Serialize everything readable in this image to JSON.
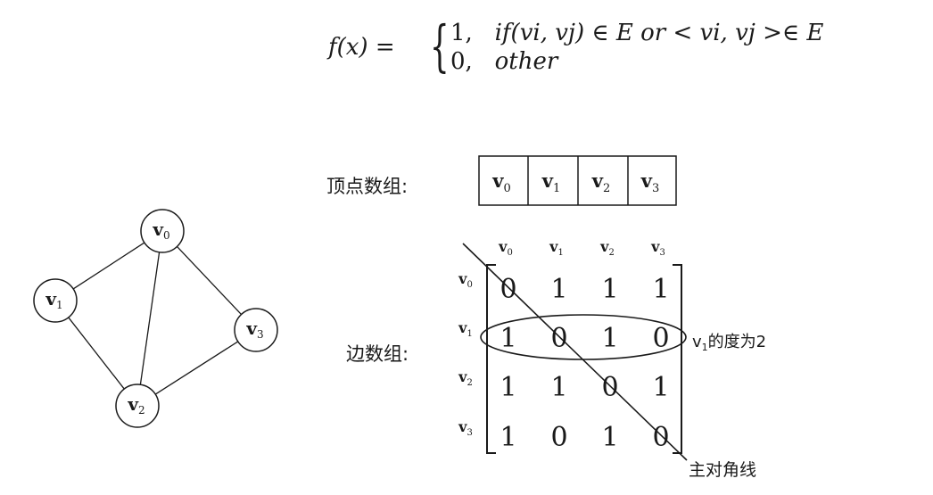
{
  "formula": {
    "lhs": "f(x) =",
    "case1_value": "1,",
    "case1_condition": "if(vi, vj) ∈ E or  < vi, vj >∈ E",
    "case2_value": "0,",
    "case2_condition": "other"
  },
  "graph": {
    "nodes": [
      {
        "id": "v0",
        "base": "v",
        "sub": "0"
      },
      {
        "id": "v1",
        "base": "v",
        "sub": "1"
      },
      {
        "id": "v2",
        "base": "v",
        "sub": "2"
      },
      {
        "id": "v3",
        "base": "v",
        "sub": "3"
      }
    ],
    "edges": [
      [
        "v0",
        "v1"
      ],
      [
        "v0",
        "v2"
      ],
      [
        "v0",
        "v3"
      ],
      [
        "v1",
        "v2"
      ],
      [
        "v2",
        "v3"
      ]
    ]
  },
  "vertex_array": {
    "label": "顶点数组:",
    "cells": [
      {
        "base": "v",
        "sub": "0"
      },
      {
        "base": "v",
        "sub": "1"
      },
      {
        "base": "v",
        "sub": "2"
      },
      {
        "base": "v",
        "sub": "3"
      }
    ]
  },
  "edge_array": {
    "label": "边数组:",
    "column_headers": [
      {
        "base": "v",
        "sub": "0"
      },
      {
        "base": "v",
        "sub": "1"
      },
      {
        "base": "v",
        "sub": "2"
      },
      {
        "base": "v",
        "sub": "3"
      }
    ],
    "row_headers": [
      {
        "base": "v",
        "sub": "0"
      },
      {
        "base": "v",
        "sub": "1"
      },
      {
        "base": "v",
        "sub": "2"
      },
      {
        "base": "v",
        "sub": "3"
      }
    ],
    "matrix": [
      [
        "0",
        "1",
        "1",
        "1"
      ],
      [
        "1",
        "0",
        "1",
        "0"
      ],
      [
        "1",
        "1",
        "0",
        "1"
      ],
      [
        "1",
        "0",
        "1",
        "0"
      ]
    ],
    "highlighted_row": 1,
    "degree_annotation": {
      "base": "v",
      "sub": "1",
      "text": "的度为2"
    },
    "diagonal_label": "主对角线"
  }
}
